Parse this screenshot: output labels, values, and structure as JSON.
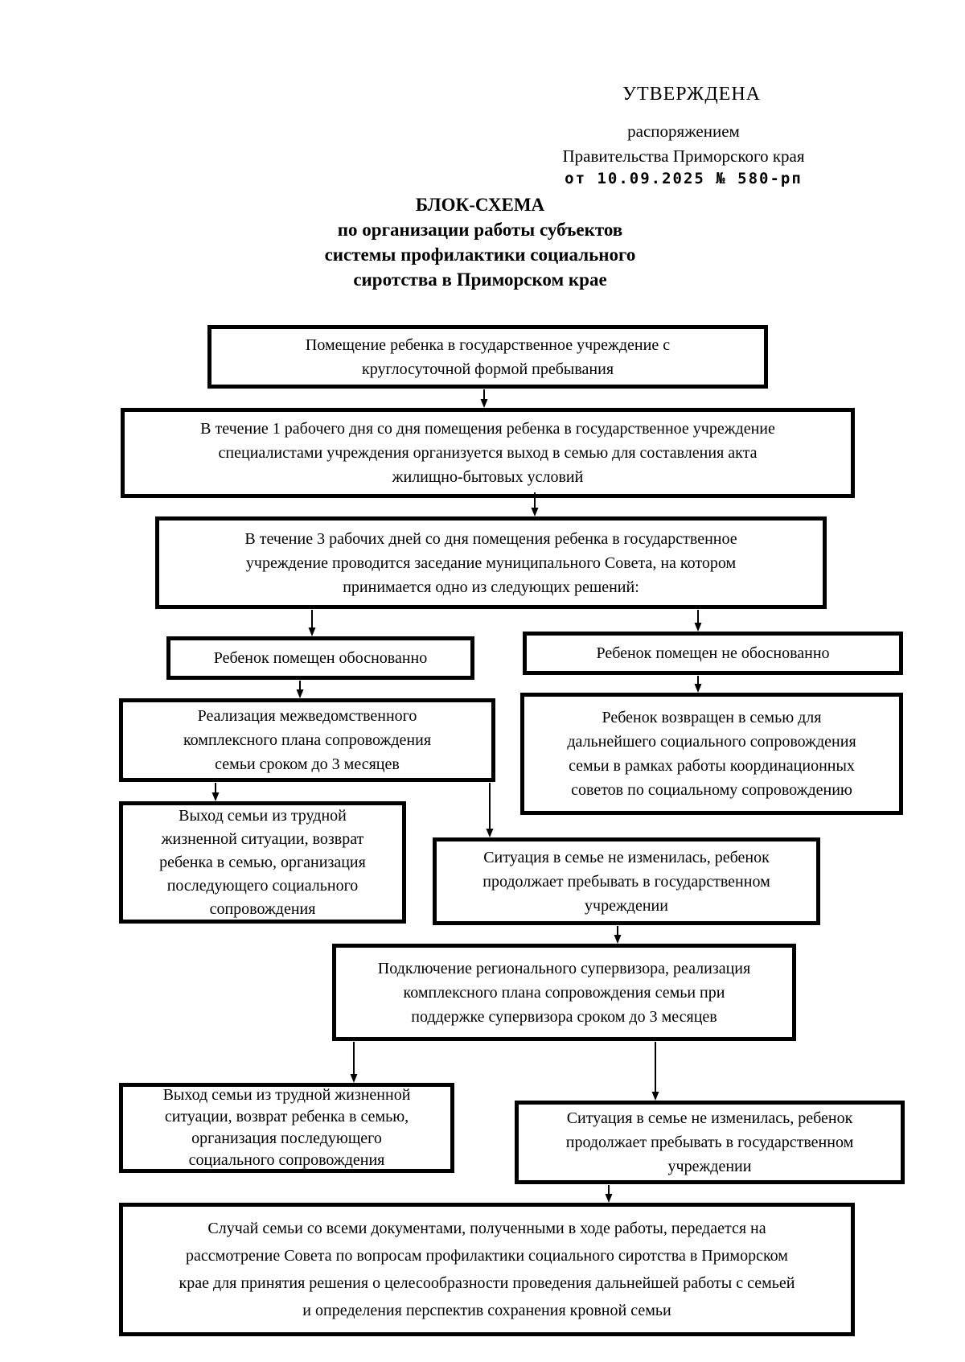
{
  "colors": {
    "ink": "#000000",
    "paper": "#ffffff"
  },
  "document": {
    "approval": {
      "stamp": "УТВЕРЖДЕНА",
      "authority_lines": [
        "распоряжением",
        "Правительства Приморского края"
      ],
      "order_ref": "от 10.09.2025 № 580-рп"
    },
    "title_lines": [
      "БЛОК-СХЕМА",
      "по организации работы субъектов",
      "системы профилактики социального",
      "сиротства в Приморском крае"
    ]
  },
  "flowchart": {
    "boxes": {
      "placement": {
        "lines": [
          "Помещение ребенка в государственное учреждение с",
          "круглосуточной формой пребывания"
        ]
      },
      "day1_visit": {
        "lines": [
          "В течение 1 рабочего дня со дня помещения ребенка в государственное учреждение",
          "специалистами учреждения организуется выход в семью для составления акта",
          "жилищно-бытовых условий"
        ]
      },
      "council_3days": {
        "lines": [
          "В течение 3 рабочих дней со дня помещения ребенка в государственное",
          "учреждение проводится заседание муниципального Совета, на котором",
          "принимается одно из следующих решений:"
        ]
      },
      "justified": {
        "lines": [
          "Ребенок помещен обоснованно"
        ]
      },
      "not_justified": {
        "lines": [
          "Ребенок помещен не обоснованно"
        ]
      },
      "interagency_plan": {
        "lines": [
          "Реализация межведомственного",
          "комплексного плана сопровождения",
          "семьи сроком до 3 месяцев"
        ]
      },
      "returned_to_family": {
        "lines": [
          "Ребенок возвращен в семью для",
          "дальнейшего социального сопровождения",
          "семьи в рамках работы координационных",
          "советов по социальному сопровождению"
        ]
      },
      "family_exit_1": {
        "lines": [
          "Выход семьи из трудной",
          "жизненной ситуации, возврат",
          "ребенка в семью, организация",
          "последующего социального",
          "сопровождения"
        ]
      },
      "situation_unchanged_1": {
        "lines": [
          "Ситуация в семье не изменилась, ребенок",
          "продолжает пребывать в государственном",
          "учреждении"
        ]
      },
      "supervisor_plan": {
        "lines": [
          "Подключение регионального супервизора, реализация",
          "комплексного плана сопровождения семьи при",
          "поддержке супервизора сроком до 3 месяцев"
        ]
      },
      "family_exit_2": {
        "lines": [
          "Выход семьи из трудной жизненной",
          "ситуации, возврат ребенка в семью,",
          "организация последующего",
          "социального сопровождения"
        ]
      },
      "situation_unchanged_2": {
        "lines": [
          "Ситуация в семье не изменилась, ребенок",
          "продолжает пребывать в государственном",
          "учреждении"
        ]
      },
      "regional_council": {
        "lines": [
          "Случай семьи со всеми документами, полученными в ходе работы, передается на",
          "рассмотрение Совета по вопросам профилактики социального сиротства в Приморском",
          "крае для принятия решения о целесообразности проведения дальнейшей работы с семьей",
          "и определения перспектив сохранения кровной семьи"
        ]
      }
    }
  }
}
